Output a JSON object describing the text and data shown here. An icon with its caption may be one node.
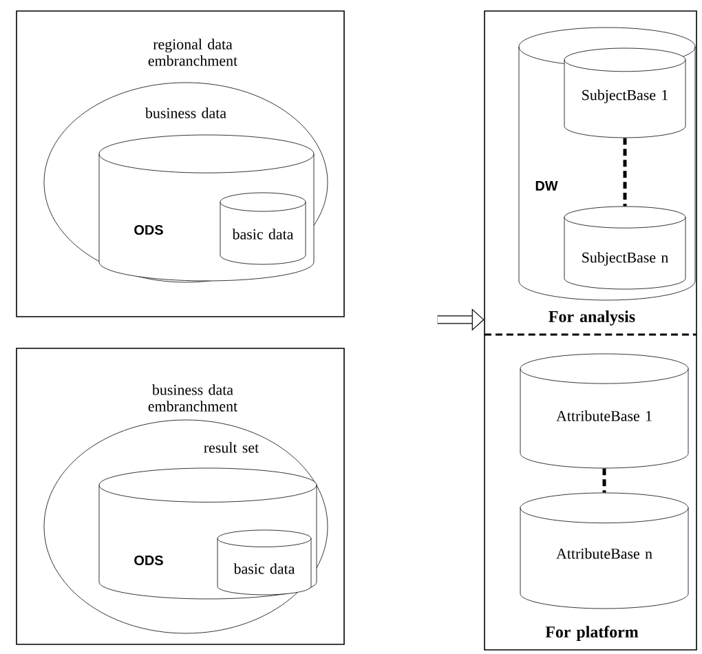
{
  "diagram": {
    "nodes": [
      {
        "text": [
          "regional data embranchment"
        ]
      },
      {
        "text": [
          "business data"
        ],
        "in": 0
      },
      {
        "text": [
          "ODS"
        ],
        "in": 1
      },
      {
        "text": [
          "basic data"
        ],
        "in": 2
      },
      {
        "text": [
          "business data embranchment"
        ]
      },
      {
        "text": [
          "result set"
        ],
        "in": 4
      },
      {
        "text": [
          "ODS"
        ],
        "in": 5
      },
      {
        "text": [
          "basic data"
        ],
        "in": 6
      },
      {
        "text": [
          "For analysis"
        ]
      },
      {
        "text": [
          "DW"
        ],
        "in": 8
      },
      {
        "text": [
          "SubjectBase 1"
        ],
        "in": 9
      },
      {
        "text": [
          "SubjectBase n"
        ],
        "in": 9
      },
      {
        "text": [
          "For platform"
        ]
      },
      {
        "text": [
          "AttributeBase 1"
        ],
        "in": 12
      },
      {
        "text": [
          "AttributeBase n"
        ],
        "in": 12
      }
    ],
    "edges": [
      {
        "from": 10,
        "to": 11,
        "arrow": "none",
        "style": "dashed"
      },
      {
        "from": 13,
        "to": 14,
        "arrow": "none",
        "style": "dashed"
      },
      {
        "from": null,
        "to": 8,
        "arrow": "to",
        "style": "thick"
      }
    ]
  }
}
